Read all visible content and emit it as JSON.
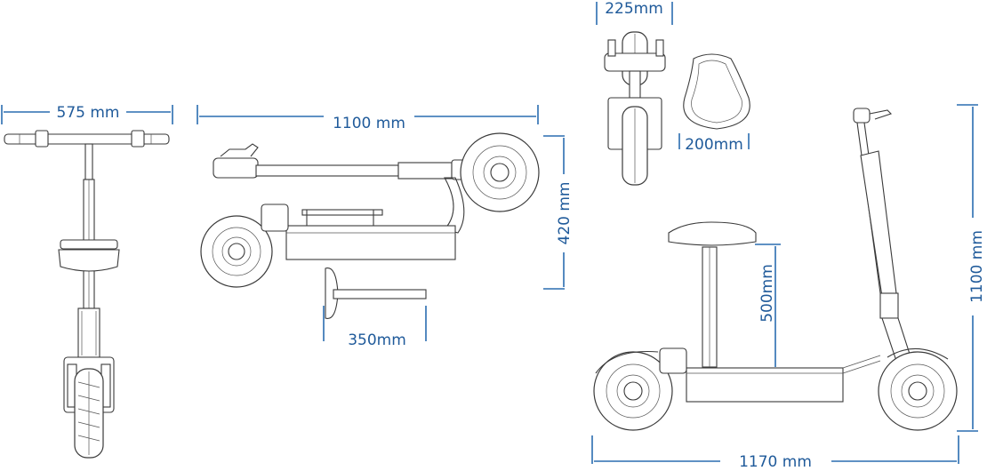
{
  "dimensions": {
    "handlebar_width": "575 mm",
    "folded_length": "1100 mm",
    "folded_height": "420 mm",
    "seat_post_depth": "350mm",
    "tire_width": "225mm",
    "seat_width": "200mm",
    "seat_height": "500mm",
    "total_height": "1100 mm",
    "total_length": "1170 mm"
  },
  "colors": {
    "dimension": "#1f5a9a",
    "drawing": "#3a3a3a",
    "background": "#ffffff"
  }
}
